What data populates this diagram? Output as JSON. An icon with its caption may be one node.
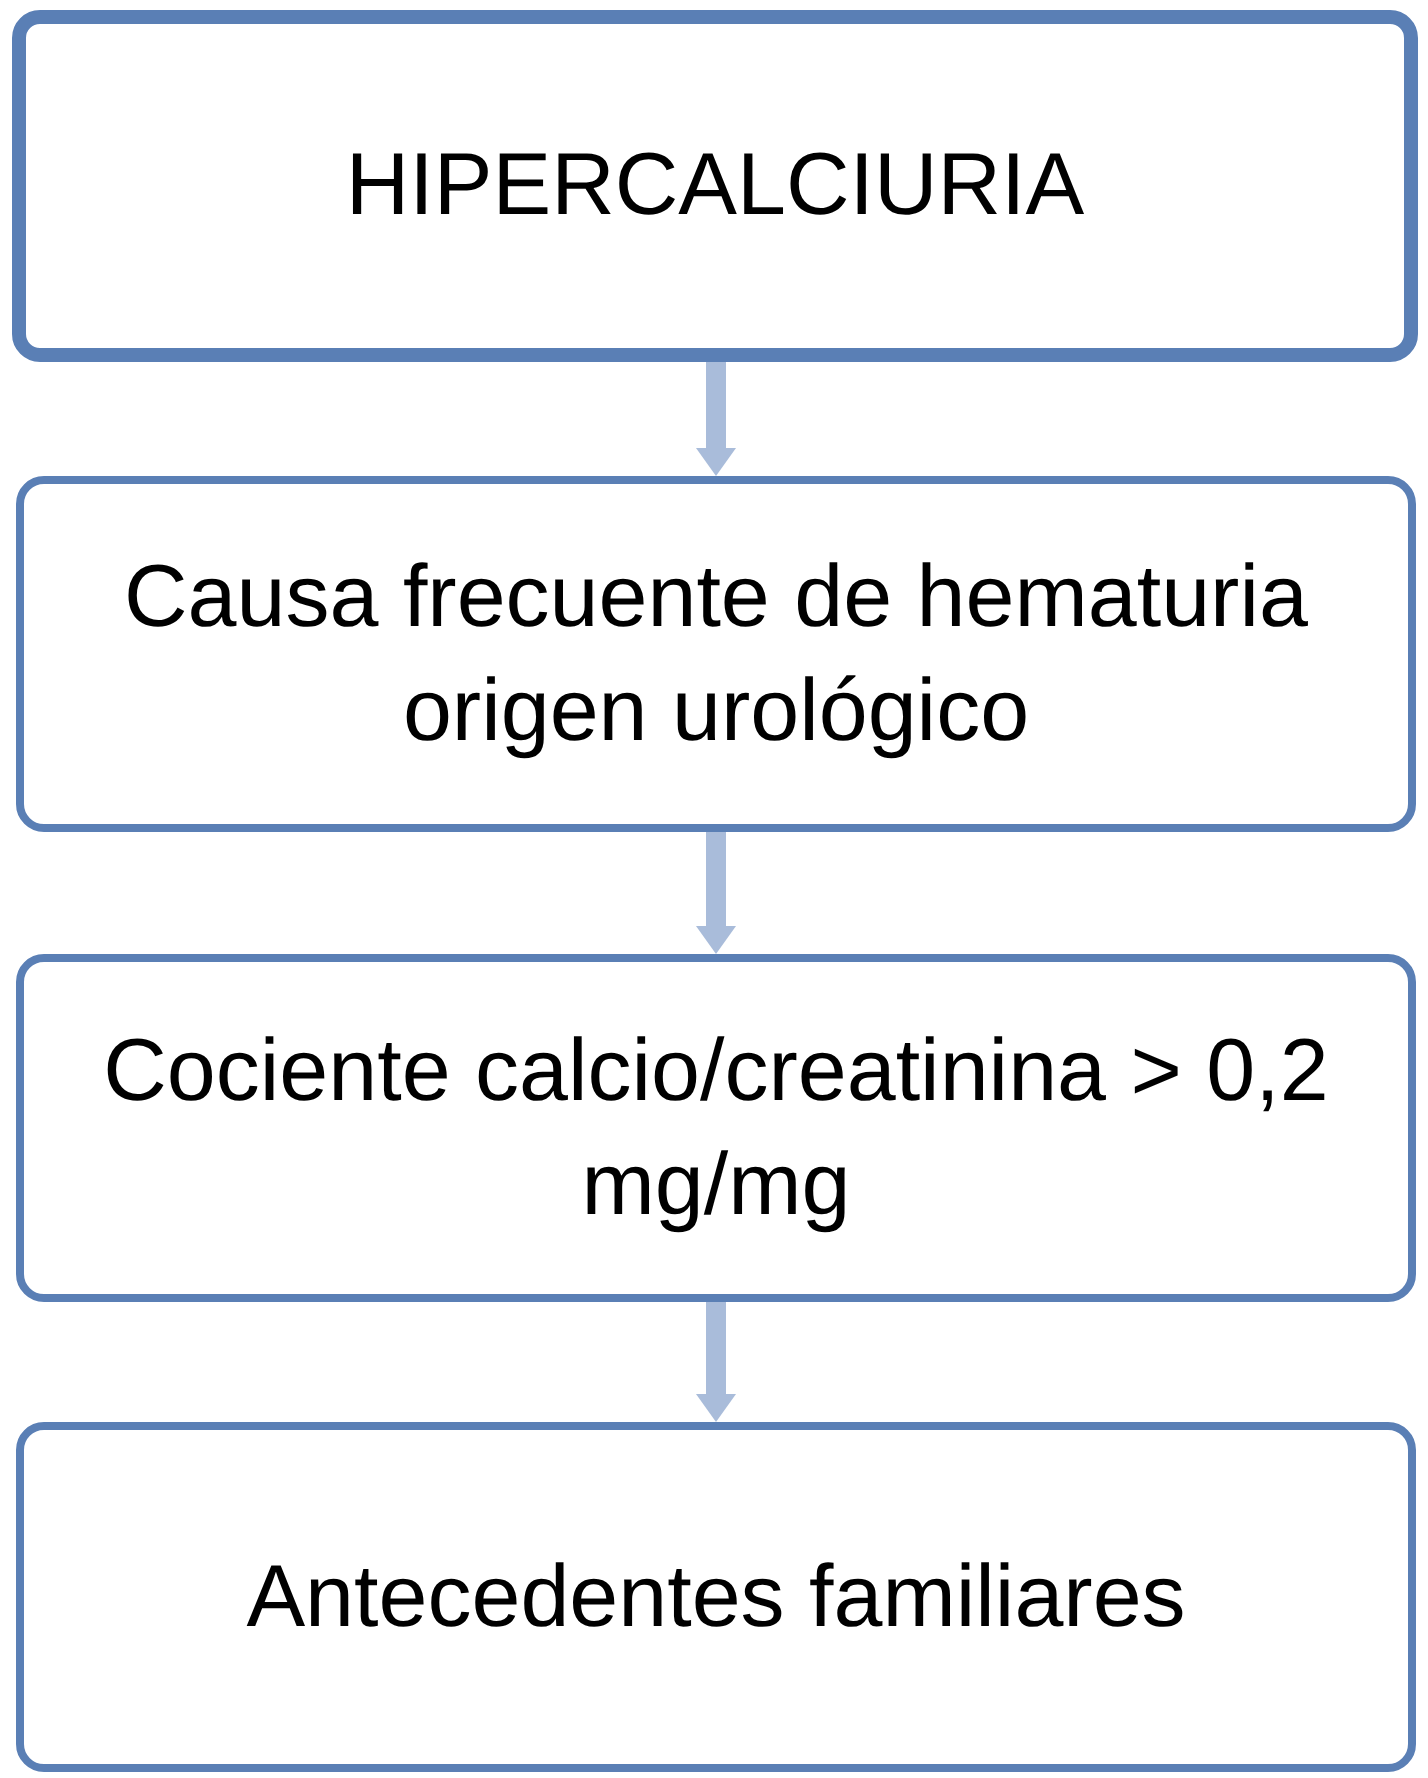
{
  "diagram": {
    "nodes": [
      {
        "text": [
          "HIPERCALCIURIA"
        ]
      },
      {
        "text": [
          "Causa frecuente de hematuria origen urológico"
        ]
      },
      {
        "text": [
          "Cociente calcio/creatinina > 0,2 mg/mg"
        ]
      },
      {
        "text": [
          "Antecedentes familiares"
        ]
      }
    ],
    "edges": [
      {
        "from": 0,
        "to": 1,
        "arrow": "to"
      },
      {
        "from": 1,
        "to": 2,
        "arrow": "to"
      },
      {
        "from": 2,
        "to": 3,
        "arrow": "to"
      }
    ]
  }
}
